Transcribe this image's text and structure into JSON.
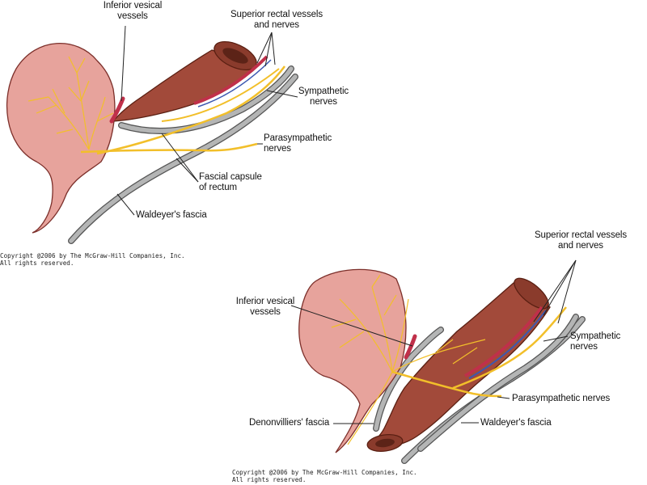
{
  "colors": {
    "bladder_fill": "#e7a39c",
    "bladder_stroke": "#7c2f2a",
    "rectum_fill": "#a24a3a",
    "rectum_dark": "#6d2818",
    "vessel_red": "#c0304a",
    "vessel_blue": "#3c58b0",
    "nerve_yellow": "#f2bf2a",
    "fascia_gray": "#a9aaaa",
    "fascia_outline": "#555555",
    "leader_line": "#222222"
  },
  "upper_figure": {
    "labels": {
      "inferior_vesical_vessels": "Inferior vesical\nvessels",
      "superior_rectal": "Superior rectal vessels\nand nerves",
      "sympathetic": "Sympathetic\nnerves",
      "parasympathetic": "Parasympathetic\nnerves",
      "fascial_capsule": "Fascial capsule\nof rectum",
      "waldeyer": "Waldeyer's fascia"
    },
    "copyright": "Copyright @2006 by The McGraw-Hill Companies, Inc.\nAll rights reserved."
  },
  "lower_figure": {
    "labels": {
      "superior_rectal": "Superior rectal vessels\nand nerves",
      "inferior_vesical_vessels": "Inferior vesical\nvessels",
      "sympathetic": "Sympathetic nerves",
      "parasympathetic": "Parasympathetic nerves",
      "denonvilliers": "Denonvilliers' fascia",
      "waldeyer": "Waldeyer's fascia"
    },
    "copyright": "Copyright @2006 by The McGraw-Hill Companies, Inc.\nAll rights reserved."
  }
}
